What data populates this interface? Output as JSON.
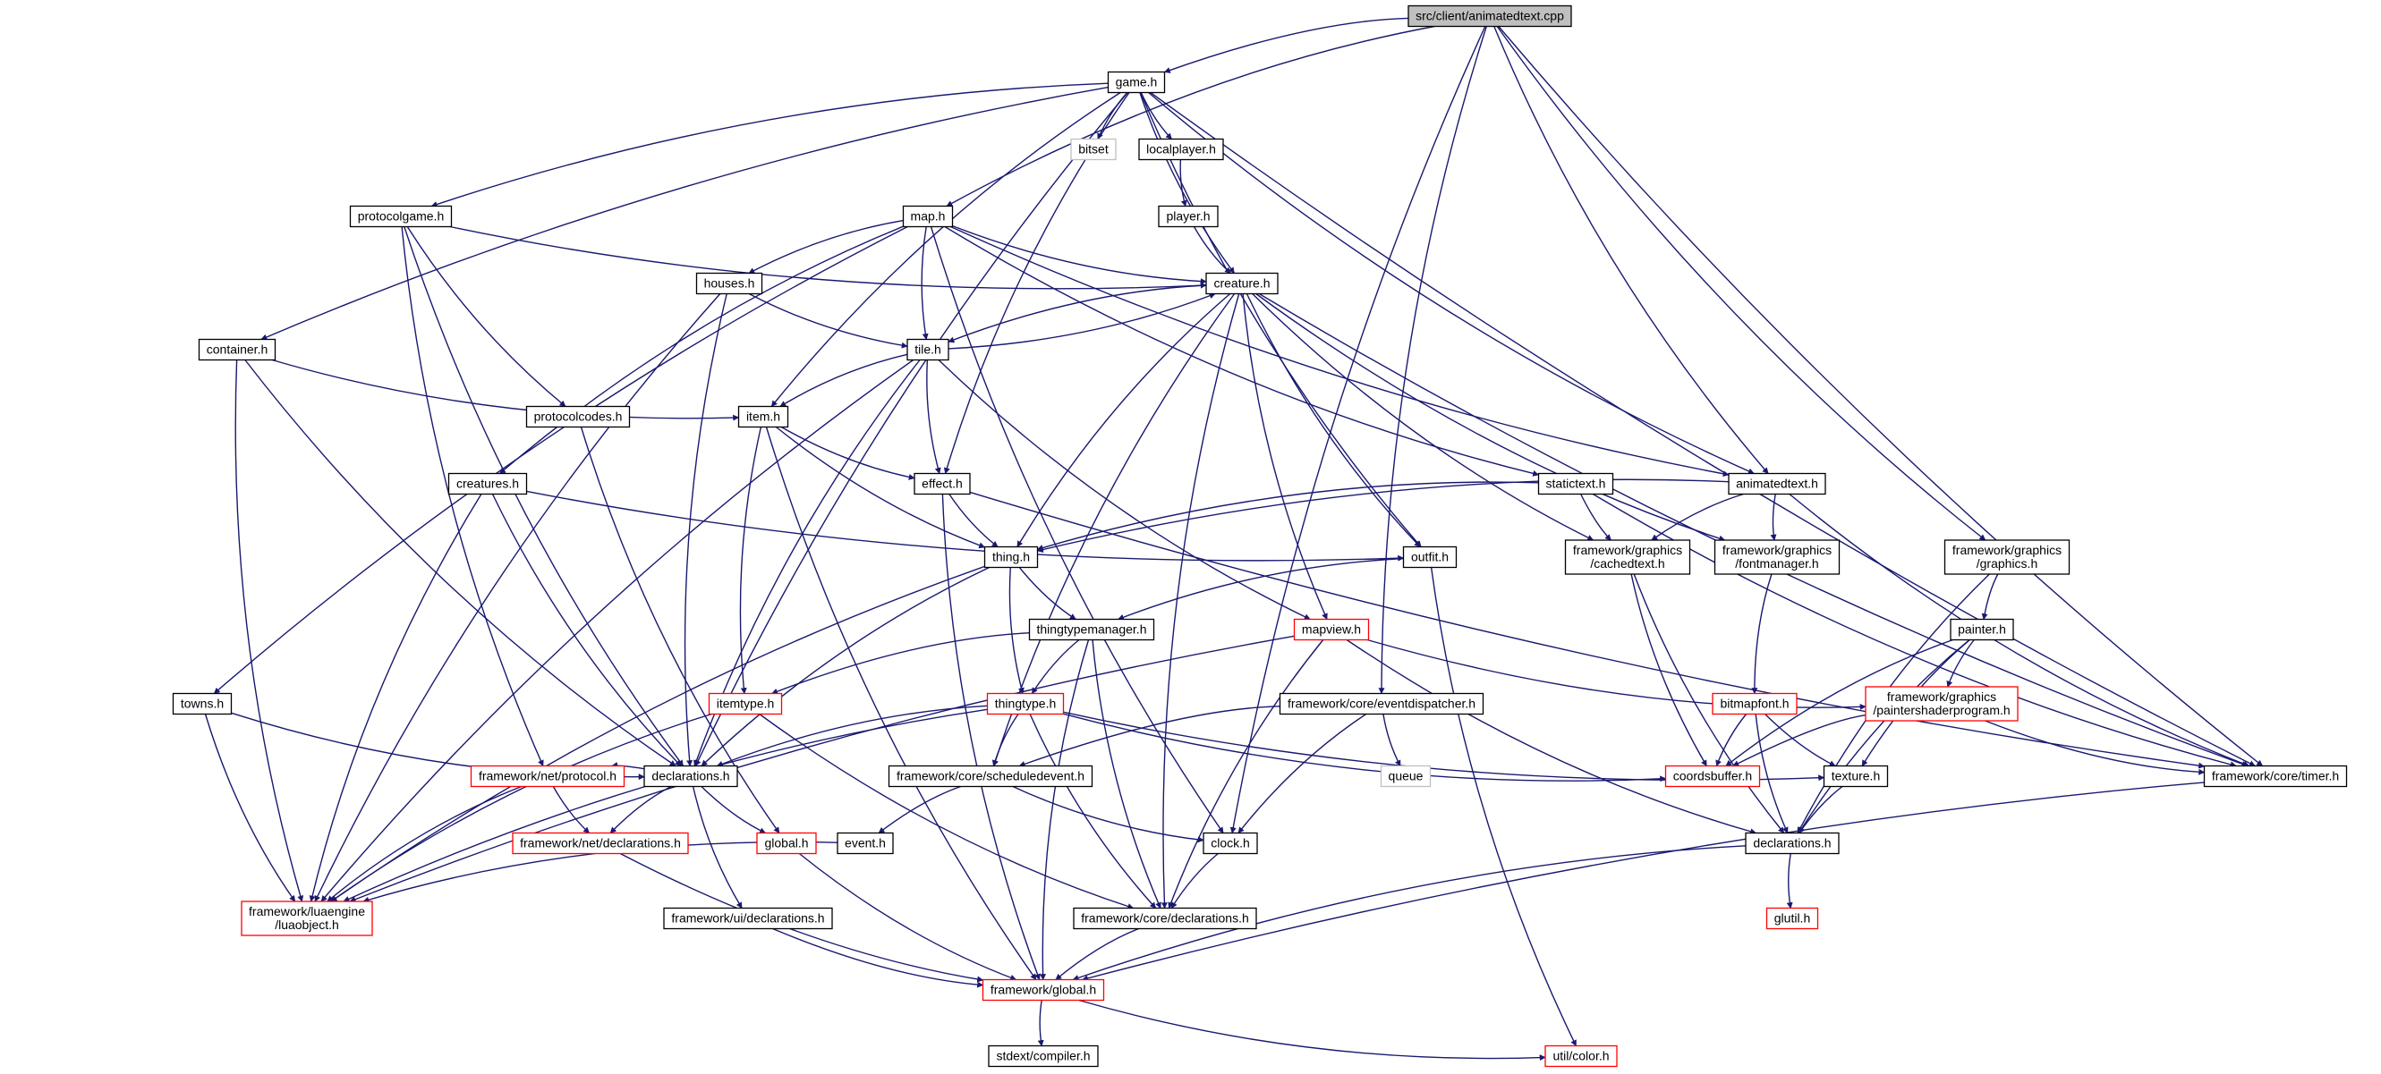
{
  "colors": {
    "edge": "#191970",
    "node_border_default": "#000000",
    "node_border_incomplete": "#ff0000",
    "node_border_external": "#bfbfbf",
    "node_fill_default": "#ffffff",
    "node_fill_root": "#bfbfbf",
    "text_external": "#808080"
  },
  "nodes": [
    {
      "id": "animatedtext_cpp",
      "lines": [
        "src/client/animatedtext.cpp"
      ],
      "kind": "root"
    },
    {
      "id": "game_h",
      "lines": [
        "game.h"
      ],
      "kind": "normal"
    },
    {
      "id": "bitset",
      "lines": [
        "bitset"
      ],
      "kind": "external"
    },
    {
      "id": "localplayer_h",
      "lines": [
        "localplayer.h"
      ],
      "kind": "normal"
    },
    {
      "id": "player_h",
      "lines": [
        "player.h"
      ],
      "kind": "normal"
    },
    {
      "id": "protocolgame_h",
      "lines": [
        "protocolgame.h"
      ],
      "kind": "normal"
    },
    {
      "id": "map_h",
      "lines": [
        "map.h"
      ],
      "kind": "normal"
    },
    {
      "id": "creature_h",
      "lines": [
        "creature.h"
      ],
      "kind": "normal"
    },
    {
      "id": "houses_h",
      "lines": [
        "houses.h"
      ],
      "kind": "normal"
    },
    {
      "id": "container_h",
      "lines": [
        "container.h"
      ],
      "kind": "normal"
    },
    {
      "id": "tile_h",
      "lines": [
        "tile.h"
      ],
      "kind": "normal"
    },
    {
      "id": "protocolcodes_h",
      "lines": [
        "protocolcodes.h"
      ],
      "kind": "normal"
    },
    {
      "id": "item_h",
      "lines": [
        "item.h"
      ],
      "kind": "normal"
    },
    {
      "id": "creatures_h",
      "lines": [
        "creatures.h"
      ],
      "kind": "normal"
    },
    {
      "id": "effect_h",
      "lines": [
        "effect.h"
      ],
      "kind": "normal"
    },
    {
      "id": "statictext_h",
      "lines": [
        "statictext.h"
      ],
      "kind": "normal"
    },
    {
      "id": "animatedtext_h",
      "lines": [
        "animatedtext.h"
      ],
      "kind": "normal"
    },
    {
      "id": "thing_h",
      "lines": [
        "thing.h"
      ],
      "kind": "normal"
    },
    {
      "id": "outfit_h",
      "lines": [
        "outfit.h"
      ],
      "kind": "normal"
    },
    {
      "id": "cachedtext_h",
      "lines": [
        "framework/graphics",
        "/cachedtext.h"
      ],
      "kind": "normal"
    },
    {
      "id": "fontmanager_h",
      "lines": [
        "framework/graphics",
        "/fontmanager.h"
      ],
      "kind": "normal"
    },
    {
      "id": "graphics_h",
      "lines": [
        "framework/graphics",
        "/graphics.h"
      ],
      "kind": "normal"
    },
    {
      "id": "thingtypemanager_h",
      "lines": [
        "thingtypemanager.h"
      ],
      "kind": "normal"
    },
    {
      "id": "mapview_h",
      "lines": [
        "mapview.h"
      ],
      "kind": "incomplete"
    },
    {
      "id": "painter_h",
      "lines": [
        "painter.h"
      ],
      "kind": "normal"
    },
    {
      "id": "towns_h",
      "lines": [
        "towns.h"
      ],
      "kind": "normal"
    },
    {
      "id": "itemtype_h",
      "lines": [
        "itemtype.h"
      ],
      "kind": "incomplete"
    },
    {
      "id": "thingtype_h",
      "lines": [
        "thingtype.h"
      ],
      "kind": "incomplete"
    },
    {
      "id": "eventdispatcher_h",
      "lines": [
        "framework/core/eventdispatcher.h"
      ],
      "kind": "normal"
    },
    {
      "id": "bitmapfont_h",
      "lines": [
        "bitmapfont.h"
      ],
      "kind": "incomplete"
    },
    {
      "id": "paintershaderprogram_h",
      "lines": [
        "framework/graphics",
        "/paintershaderprogram.h"
      ],
      "kind": "incomplete"
    },
    {
      "id": "net_protocol_h",
      "lines": [
        "framework/net/protocol.h"
      ],
      "kind": "incomplete"
    },
    {
      "id": "declarations_h",
      "lines": [
        "declarations.h"
      ],
      "kind": "normal"
    },
    {
      "id": "scheduledevent_h",
      "lines": [
        "framework/core/scheduledevent.h"
      ],
      "kind": "normal"
    },
    {
      "id": "queue",
      "lines": [
        "queue"
      ],
      "kind": "external"
    },
    {
      "id": "coordsbuffer_h",
      "lines": [
        "coordsbuffer.h"
      ],
      "kind": "incomplete"
    },
    {
      "id": "texture_h",
      "lines": [
        "texture.h"
      ],
      "kind": "normal"
    },
    {
      "id": "timer_h",
      "lines": [
        "framework/core/timer.h"
      ],
      "kind": "normal"
    },
    {
      "id": "net_declarations_h",
      "lines": [
        "framework/net/declarations.h"
      ],
      "kind": "incomplete"
    },
    {
      "id": "global_h",
      "lines": [
        "global.h"
      ],
      "kind": "incomplete"
    },
    {
      "id": "event_h",
      "lines": [
        "event.h"
      ],
      "kind": "normal"
    },
    {
      "id": "clock_h",
      "lines": [
        "clock.h"
      ],
      "kind": "normal"
    },
    {
      "id": "gfx_declarations_h",
      "lines": [
        "declarations.h"
      ],
      "kind": "normal"
    },
    {
      "id": "luaobject_h",
      "lines": [
        "framework/luaengine",
        "/luaobject.h"
      ],
      "kind": "incomplete"
    },
    {
      "id": "ui_declarations_h",
      "lines": [
        "framework/ui/declarations.h"
      ],
      "kind": "normal"
    },
    {
      "id": "core_declarations_h",
      "lines": [
        "framework/core/declarations.h"
      ],
      "kind": "normal"
    },
    {
      "id": "glutil_h",
      "lines": [
        "glutil.h"
      ],
      "kind": "incomplete"
    },
    {
      "id": "framework_global_h",
      "lines": [
        "framework/global.h"
      ],
      "kind": "incomplete"
    },
    {
      "id": "compiler_h",
      "lines": [
        "stdext/compiler.h"
      ],
      "kind": "normal"
    },
    {
      "id": "color_h",
      "lines": [
        "util/color.h"
      ],
      "kind": "incomplete"
    }
  ],
  "edges": [
    [
      "animatedtext_cpp",
      "game_h"
    ],
    [
      "animatedtext_cpp",
      "map_h"
    ],
    [
      "animatedtext_cpp",
      "animatedtext_h"
    ],
    [
      "animatedtext_cpp",
      "clock_h"
    ],
    [
      "animatedtext_cpp",
      "eventdispatcher_h"
    ],
    [
      "animatedtext_cpp",
      "graphics_h"
    ],
    [
      "animatedtext_cpp",
      "timer_h"
    ],
    [
      "game_h",
      "bitset"
    ],
    [
      "game_h",
      "localplayer_h"
    ],
    [
      "game_h",
      "protocolgame_h"
    ],
    [
      "game_h",
      "creature_h"
    ],
    [
      "game_h",
      "container_h"
    ],
    [
      "game_h",
      "item_h"
    ],
    [
      "game_h",
      "effect_h"
    ],
    [
      "game_h",
      "animatedtext_h"
    ],
    [
      "game_h",
      "outfit_h"
    ],
    [
      "game_h",
      "declarations_h"
    ],
    [
      "game_h",
      "timer_h"
    ],
    [
      "localplayer_h",
      "player_h"
    ],
    [
      "player_h",
      "creature_h"
    ],
    [
      "protocolgame_h",
      "creature_h"
    ],
    [
      "protocolgame_h",
      "protocolcodes_h"
    ],
    [
      "protocolgame_h",
      "net_protocol_h"
    ],
    [
      "protocolgame_h",
      "declarations_h"
    ],
    [
      "map_h",
      "creature_h"
    ],
    [
      "map_h",
      "houses_h"
    ],
    [
      "map_h",
      "tile_h"
    ],
    [
      "map_h",
      "creatures_h"
    ],
    [
      "map_h",
      "towns_h"
    ],
    [
      "map_h",
      "statictext_h"
    ],
    [
      "map_h",
      "animatedtext_h"
    ],
    [
      "map_h",
      "clock_h"
    ],
    [
      "creature_h",
      "tile_h"
    ],
    [
      "creature_h",
      "thing_h"
    ],
    [
      "creature_h",
      "outfit_h"
    ],
    [
      "creature_h",
      "cachedtext_h"
    ],
    [
      "creature_h",
      "fontmanager_h"
    ],
    [
      "creature_h",
      "mapview_h"
    ],
    [
      "creature_h",
      "scheduledevent_h"
    ],
    [
      "creature_h",
      "core_declarations_h"
    ],
    [
      "creature_h",
      "timer_h"
    ],
    [
      "houses_h",
      "tile_h"
    ],
    [
      "houses_h",
      "declarations_h"
    ],
    [
      "houses_h",
      "luaobject_h"
    ],
    [
      "container_h",
      "item_h"
    ],
    [
      "container_h",
      "declarations_h"
    ],
    [
      "container_h",
      "luaobject_h"
    ],
    [
      "tile_h",
      "creature_h"
    ],
    [
      "tile_h",
      "item_h"
    ],
    [
      "tile_h",
      "effect_h"
    ],
    [
      "tile_h",
      "mapview_h"
    ],
    [
      "tile_h",
      "declarations_h"
    ],
    [
      "tile_h",
      "luaobject_h"
    ],
    [
      "protocolcodes_h",
      "global_h"
    ],
    [
      "item_h",
      "effect_h"
    ],
    [
      "item_h",
      "thing_h"
    ],
    [
      "item_h",
      "itemtype_h"
    ],
    [
      "item_h",
      "framework_global_h"
    ],
    [
      "creatures_h",
      "outfit_h"
    ],
    [
      "creatures_h",
      "declarations_h"
    ],
    [
      "creatures_h",
      "luaobject_h"
    ],
    [
      "effect_h",
      "thing_h"
    ],
    [
      "effect_h",
      "timer_h"
    ],
    [
      "effect_h",
      "framework_global_h"
    ],
    [
      "statictext_h",
      "thing_h"
    ],
    [
      "statictext_h",
      "cachedtext_h"
    ],
    [
      "statictext_h",
      "timer_h"
    ],
    [
      "animatedtext_h",
      "thing_h"
    ],
    [
      "animatedtext_h",
      "cachedtext_h"
    ],
    [
      "animatedtext_h",
      "fontmanager_h"
    ],
    [
      "animatedtext_h",
      "timer_h"
    ],
    [
      "thing_h",
      "thingtypemanager_h"
    ],
    [
      "thing_h",
      "thingtype_h"
    ],
    [
      "thing_h",
      "declarations_h"
    ],
    [
      "thing_h",
      "luaobject_h"
    ],
    [
      "outfit_h",
      "thingtypemanager_h"
    ],
    [
      "outfit_h",
      "color_h"
    ],
    [
      "cachedtext_h",
      "coordsbuffer_h"
    ],
    [
      "cachedtext_h",
      "gfx_declarations_h"
    ],
    [
      "fontmanager_h",
      "bitmapfont_h"
    ],
    [
      "graphics_h",
      "painter_h"
    ],
    [
      "graphics_h",
      "gfx_declarations_h"
    ],
    [
      "thingtypemanager_h",
      "itemtype_h"
    ],
    [
      "thingtypemanager_h",
      "thingtype_h"
    ],
    [
      "thingtypemanager_h",
      "core_declarations_h"
    ],
    [
      "thingtypemanager_h",
      "framework_global_h"
    ],
    [
      "mapview_h",
      "paintershaderprogram_h"
    ],
    [
      "mapview_h",
      "gfx_declarations_h"
    ],
    [
      "mapview_h",
      "core_declarations_h"
    ],
    [
      "mapview_h",
      "luaobject_h"
    ],
    [
      "painter_h",
      "paintershaderprogram_h"
    ],
    [
      "painter_h",
      "coordsbuffer_h"
    ],
    [
      "painter_h",
      "texture_h"
    ],
    [
      "painter_h",
      "gfx_declarations_h"
    ],
    [
      "towns_h",
      "declarations_h"
    ],
    [
      "towns_h",
      "luaobject_h"
    ],
    [
      "itemtype_h",
      "core_declarations_h"
    ],
    [
      "itemtype_h",
      "luaobject_h"
    ],
    [
      "thingtype_h",
      "declarations_h"
    ],
    [
      "thingtype_h",
      "scheduledevent_h"
    ],
    [
      "thingtype_h",
      "coordsbuffer_h"
    ],
    [
      "thingtype_h",
      "texture_h"
    ],
    [
      "thingtype_h",
      "core_declarations_h"
    ],
    [
      "thingtype_h",
      "luaobject_h"
    ],
    [
      "eventdispatcher_h",
      "scheduledevent_h"
    ],
    [
      "eventdispatcher_h",
      "queue"
    ],
    [
      "eventdispatcher_h",
      "clock_h"
    ],
    [
      "bitmapfont_h",
      "coordsbuffer_h"
    ],
    [
      "bitmapfont_h",
      "texture_h"
    ],
    [
      "bitmapfont_h",
      "gfx_declarations_h"
    ],
    [
      "paintershaderprogram_h",
      "coordsbuffer_h"
    ],
    [
      "paintershaderprogram_h",
      "timer_h"
    ],
    [
      "net_protocol_h",
      "net_declarations_h"
    ],
    [
      "net_protocol_h",
      "luaobject_h"
    ],
    [
      "declarations_h",
      "net_protocol_h"
    ],
    [
      "declarations_h",
      "net_declarations_h"
    ],
    [
      "declarations_h",
      "global_h"
    ],
    [
      "declarations_h",
      "ui_declarations_h"
    ],
    [
      "scheduledevent_h",
      "event_h"
    ],
    [
      "scheduledevent_h",
      "clock_h"
    ],
    [
      "texture_h",
      "gfx_declarations_h"
    ],
    [
      "timer_h",
      "framework_global_h"
    ],
    [
      "net_declarations_h",
      "framework_global_h"
    ],
    [
      "global_h",
      "framework_global_h"
    ],
    [
      "event_h",
      "luaobject_h"
    ],
    [
      "clock_h",
      "core_declarations_h"
    ],
    [
      "gfx_declarations_h",
      "glutil_h"
    ],
    [
      "gfx_declarations_h",
      "framework_global_h"
    ],
    [
      "ui_declarations_h",
      "framework_global_h"
    ],
    [
      "core_declarations_h",
      "framework_global_h"
    ],
    [
      "framework_global_h",
      "compiler_h"
    ],
    [
      "framework_global_h",
      "color_h"
    ]
  ]
}
